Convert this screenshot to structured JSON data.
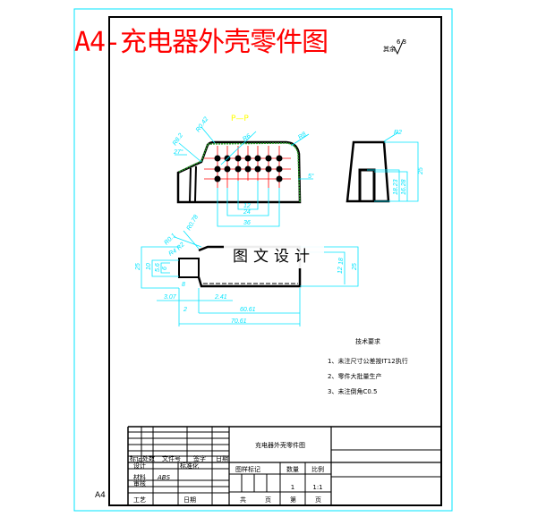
{
  "title": "A4-充电器外壳零件图",
  "sheet_size": "A4",
  "roughness_note": "其余",
  "roughness_value": "6.3",
  "watermark": "图文设计",
  "section_label": "P—P",
  "section_dims": [
    "R8.2",
    "R0.42",
    "R6",
    "R8",
    "27°",
    "5°",
    "12",
    "24",
    "36"
  ],
  "side_dims": [
    "R2",
    "25",
    "18.23",
    "16.28"
  ],
  "bottom_dims": [
    "R0.78",
    "R0.1",
    "R2",
    "R4",
    "25",
    "10",
    "5.6",
    "6",
    "8",
    "3.07",
    "2.41",
    "2",
    "60.61",
    "70.61",
    "12",
    "18",
    "25"
  ],
  "tech_requirements": {
    "heading": "技术要求",
    "items": [
      "1、未注尺寸公差按IT12执行",
      "2、零件大批量生产",
      "3、未注倒角C0.5"
    ]
  },
  "title_block": {
    "part_name": "充电器外壳零件图",
    "header": [
      "标记",
      "处数",
      "文件号",
      "签字",
      "日期"
    ],
    "design": "设计",
    "standardization": "标准化",
    "material_label": "材料",
    "material": "ABS",
    "review": "审核",
    "process": "工艺",
    "date": "日期",
    "sample_mark": "图样标记",
    "quantity_label": "数量",
    "scale_label": "比例",
    "quantity": "1",
    "scale": "1:1",
    "total": "共",
    "page": "页",
    "sheet": "第",
    "page2": "页"
  },
  "colors": {
    "frame": "#000000",
    "border": "#00e5ff",
    "title": "#ff0000",
    "hatch": "#2e9e2e",
    "centerline": "#ff0000",
    "label": "#ffff00"
  }
}
